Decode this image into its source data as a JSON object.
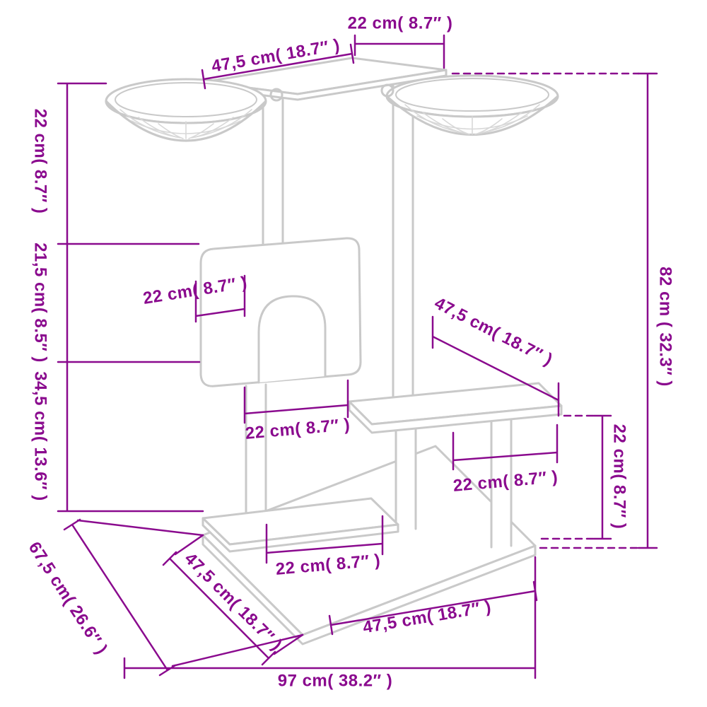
{
  "diagram": {
    "colors": {
      "dimension": "#8A0A8E",
      "structure": "#C9C9C9",
      "structure_light": "#D8D8D8",
      "background": "#FFFFFF"
    },
    "dimensions": {
      "top_width": "22 cm( 8.7″ )",
      "top_board": "47,5 cm( 18.7″ )",
      "left_top": "22 cm( 8.7″ )",
      "left_mid": "21,5 cm( 8.5″ )",
      "left_low": "34,5 cm( 13.6″ )",
      "depth": "67,5 cm( 26.6″ )",
      "height": "82 cm ( 32.3″ )",
      "right_low": "22 cm( 8.7″ )",
      "house": "22 cm( 8.7″ )",
      "platform": "47,5 cm( 18.7″ )",
      "mid_post": "22 cm( 8.7″ )",
      "platform_post": "22 cm( 8.7″ )",
      "base_post": "22 cm( 8.7″ )",
      "base_left": "47,5 cm( 18.7″ )",
      "base_front": "47,5 cm( 18.7″ )",
      "base_width": "97 cm( 38.2″ )"
    }
  }
}
